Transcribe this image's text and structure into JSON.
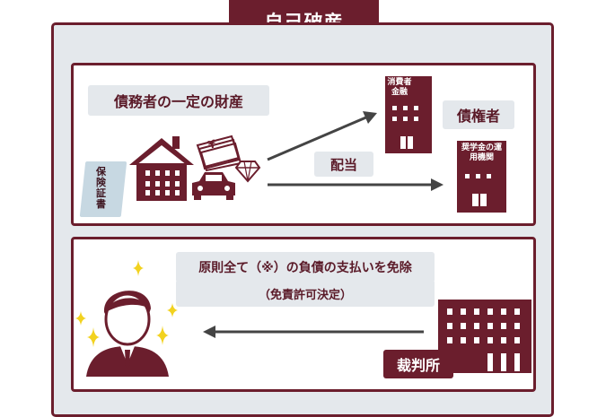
{
  "title": "自己破産",
  "top_panel": {
    "assets_label": "債務者の一定の財産",
    "insurance_label": "保険証書",
    "distribution_label": "配当",
    "creditors_label": "債権者",
    "consumer_finance_label": "消費者金融",
    "scholarship_label": "奨学金の運用機関",
    "yen_symbol": "¥"
  },
  "bottom_panel": {
    "exemption_line1": "原則全て（※）の負債の支払いを免除",
    "exemption_line2": "（免責許可決定）",
    "court_label": "裁判所"
  },
  "colors": {
    "primary": "#6b1e2d",
    "panel_bg": "#e4e8ec",
    "arrow": "#444444",
    "sparkle": "#f2d21f"
  }
}
